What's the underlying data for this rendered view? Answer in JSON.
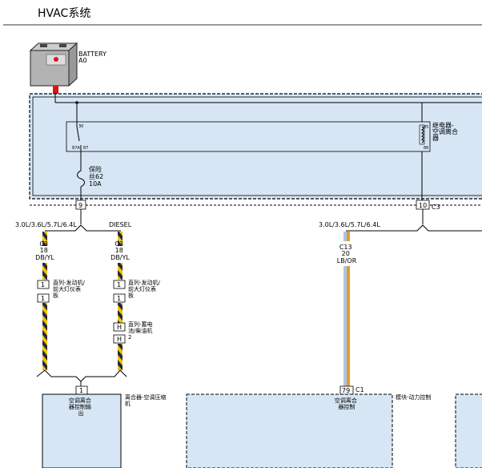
{
  "page_title": "HVAC系统",
  "battery": {
    "name": "BATTERY",
    "code": "A0"
  },
  "relay": {
    "label_lines": [
      "继电器-",
      "空调离合",
      "器"
    ],
    "pins": [
      "30",
      "87A",
      "87",
      "85",
      "86"
    ]
  },
  "fuse": {
    "label_lines": [
      "保险",
      "丝62"
    ],
    "rating": "10A"
  },
  "connectors": {
    "left_pin": "9",
    "right_pin": "10",
    "right_code": "C3"
  },
  "branches": {
    "left_engine": "3.0L/3.6L/5.7L/6.4L",
    "diesel": "DIESEL",
    "right_engine": "3.0L/3.6L/5.7L/6.4L"
  },
  "wire_left": {
    "lines": [
      "C3",
      "18",
      "DB/YL"
    ]
  },
  "wire_diesel": {
    "lines": [
      "C3",
      "18",
      "DB/YL"
    ]
  },
  "wire_right": {
    "lines": [
      "C13",
      "20",
      "LB/OR"
    ]
  },
  "inline_conn_1": {
    "pin_left": "1",
    "pin_diesel": "1",
    "label_lines": [
      "直列-发动机/",
      "前大灯仪表",
      "板"
    ]
  },
  "inline_conn_2": {
    "pin": "H",
    "pin_bottom": "H",
    "label_lines": [
      "直列-蓄电",
      "池/柴油机"
    ],
    "number": "2"
  },
  "module_left": {
    "pin": "1",
    "label_lines": [
      "空调离合",
      "器控制输",
      "出"
    ],
    "side_lines": [
      "离合器-空调压缩",
      "机"
    ]
  },
  "module_mid": {
    "pin": "79",
    "code": "C1",
    "label_lines": [
      "空调离合",
      "器控制"
    ],
    "side_label": "模块-动力控制"
  },
  "colors": {
    "panel_fill": "#d6e6f4",
    "fuse_red": "#d9151b",
    "wire_dark_blue": "#1f2a44",
    "wire_yellow": "#f2c200",
    "wire_light_blue": "#a9c6e3",
    "wire_orange": "#e59a2e"
  }
}
